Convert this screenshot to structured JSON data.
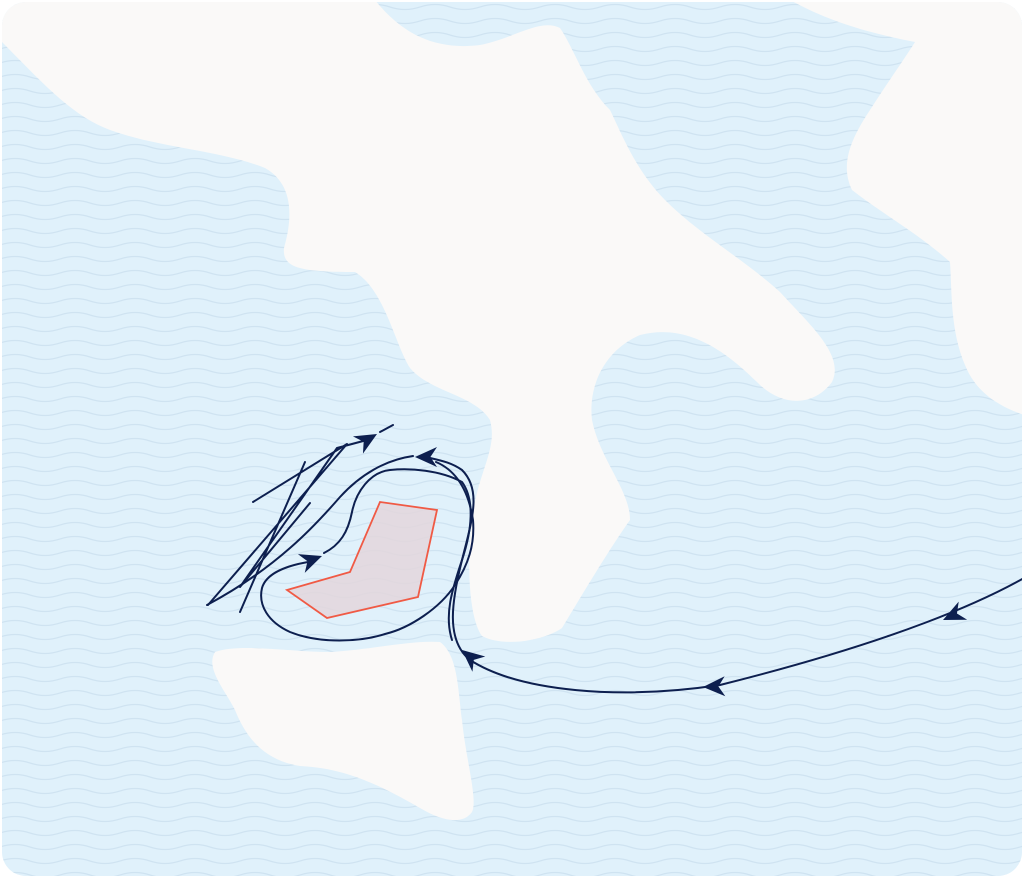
{
  "map": {
    "colors": {
      "sea": "#e0f1fb",
      "wave": "#cfe3f1",
      "land": "#faf9f8",
      "route": "#0d1f4f",
      "zone_stroke": "#f05a45",
      "zone_fill": "#e3d6dc"
    },
    "layers": [
      "sea-waves",
      "landmasses",
      "route-track",
      "highlighted-zone",
      "direction-arrows"
    ]
  }
}
